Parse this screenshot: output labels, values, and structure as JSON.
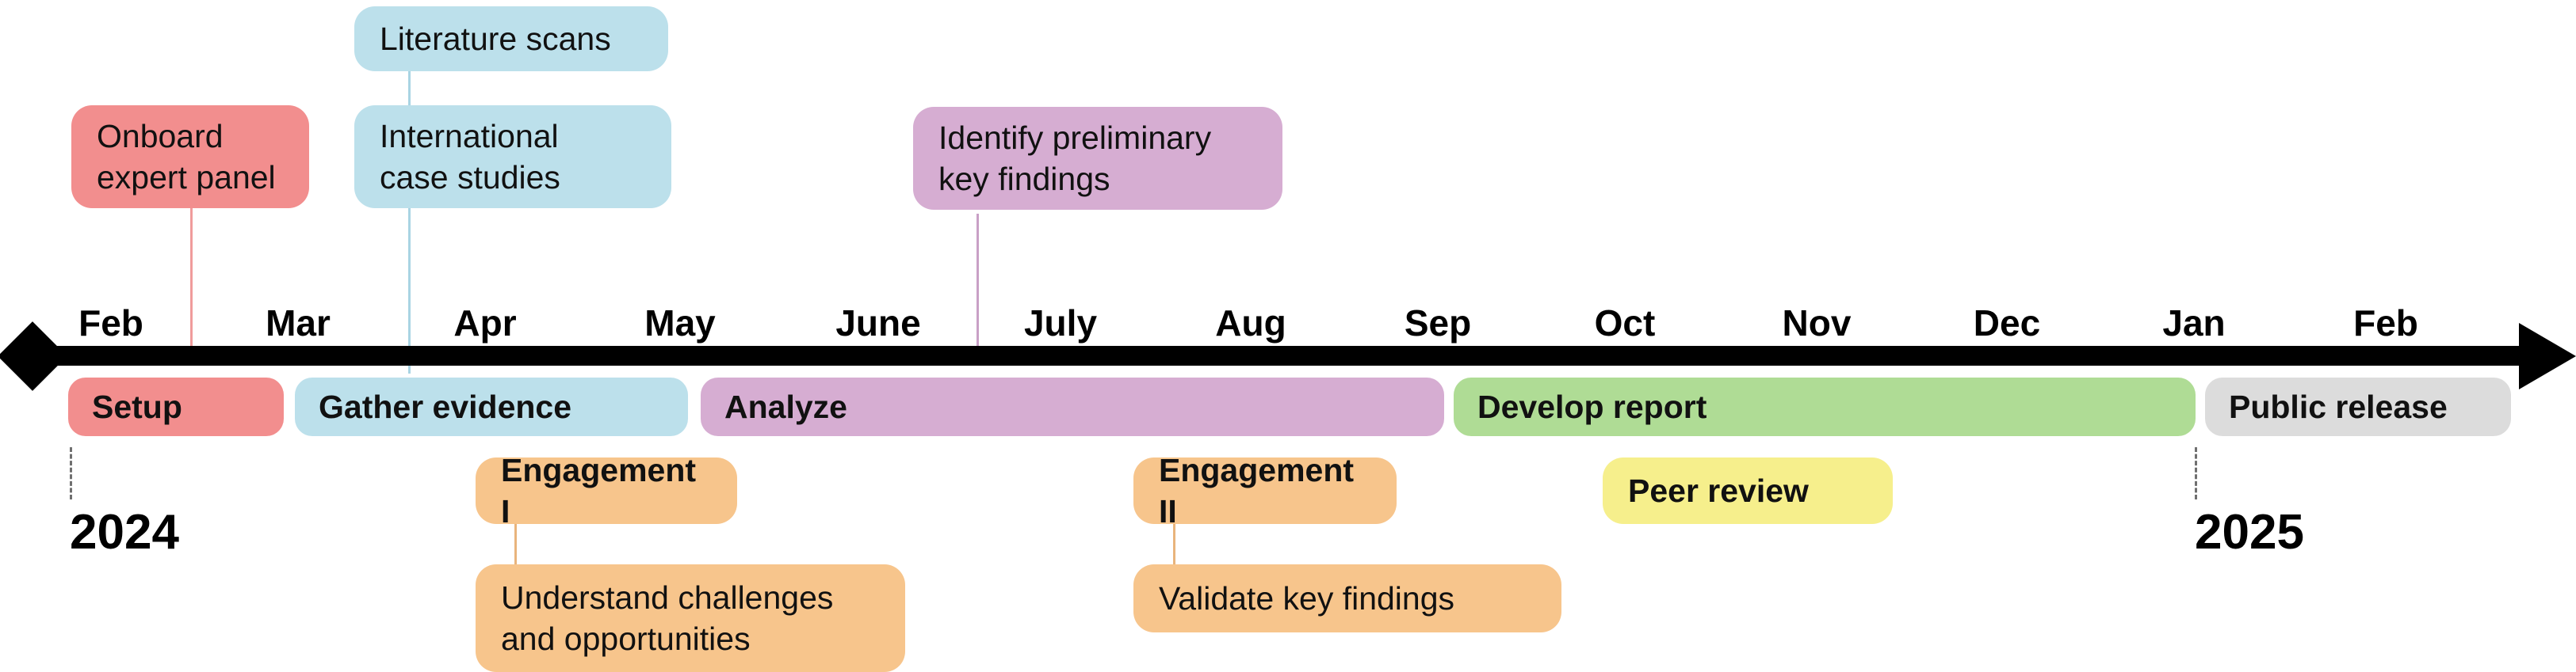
{
  "chart_data": {
    "type": "timeline",
    "title": "",
    "axis": {
      "orientation": "horizontal",
      "start_marker": "diamond",
      "end_marker": "arrow",
      "tick_labels": [
        "Feb",
        "Mar",
        "Apr",
        "May",
        "June",
        "July",
        "Aug",
        "Sep",
        "Oct",
        "Nov",
        "Dec",
        "Jan",
        "Feb"
      ],
      "span": "Feb 2024 - Feb 2025"
    },
    "year_markers": [
      {
        "label": "2024",
        "at_month": "Feb"
      },
      {
        "label": "2025",
        "at_month": "Jan"
      }
    ],
    "phases": [
      {
        "label": "Setup",
        "start_month": "Feb",
        "end_month": "Mar",
        "color": "#F28E8E"
      },
      {
        "label": "Gather evidence",
        "start_month": "Mar",
        "end_month": "May",
        "color": "#BCE0EB"
      },
      {
        "label": "Analyze",
        "start_month": "May",
        "end_month": "Sep",
        "color": "#D6ADD2"
      },
      {
        "label": "Develop report",
        "start_month": "Sep",
        "end_month": "Jan",
        "color": "#AFDC95"
      },
      {
        "label": "Public release",
        "start_month": "Jan",
        "end_month": "Feb",
        "color": "#DCDCDC"
      }
    ],
    "annotations_above": [
      {
        "label": "Onboard expert panel",
        "color": "#F28E8E",
        "anchor_month": "Mar"
      },
      {
        "label": "Literature scans",
        "color": "#BCE0EB",
        "anchor_month": "Apr"
      },
      {
        "label": "International case studies",
        "color": "#BCE0EB",
        "anchor_month": "Apr"
      },
      {
        "label": "Identify preliminary key findings",
        "color": "#D6ADD2",
        "anchor_month": "July"
      }
    ],
    "annotations_below": [
      {
        "label": "Engagement I",
        "color": "#F7C58C",
        "anchor_month": "Apr"
      },
      {
        "label": "Understand challenges and opportunities",
        "color": "#F7C58C",
        "anchor_month": "Apr"
      },
      {
        "label": "Engagement II",
        "color": "#F7C58C",
        "anchor_month": "Aug"
      },
      {
        "label": "Validate key findings",
        "color": "#F7C58C",
        "anchor_month": "Aug"
      },
      {
        "label": "Peer review",
        "color": "#F6EF8C",
        "anchor_month": "Oct"
      }
    ]
  },
  "axis": {
    "months": [
      {
        "label": "Feb"
      },
      {
        "label": "Mar"
      },
      {
        "label": "Apr"
      },
      {
        "label": "May"
      },
      {
        "label": "June"
      },
      {
        "label": "July"
      },
      {
        "label": "Aug"
      },
      {
        "label": "Sep"
      },
      {
        "label": "Oct"
      },
      {
        "label": "Nov"
      },
      {
        "label": "Dec"
      },
      {
        "label": "Jan"
      },
      {
        "label": "Feb"
      }
    ]
  },
  "years": {
    "first": "2024",
    "second": "2025"
  },
  "phases": {
    "setup": "Setup",
    "gather": "Gather evidence",
    "analyze": "Analyze",
    "develop": "Develop report",
    "release": "Public release"
  },
  "above": {
    "onboard": "Onboard\nexpert panel",
    "literature": "Literature scans",
    "intl_cases": "International\ncase studies",
    "key_findings": "Identify preliminary\nkey findings"
  },
  "below": {
    "engagement1": "Engagement I",
    "understand": "Understand challenges\nand opportunities",
    "engagement2": "Engagement II",
    "validate": "Validate key findings",
    "peer_review": "Peer review"
  },
  "colors": {
    "salmon": "#F28E8E",
    "blue": "#BCE0EB",
    "purple": "#D6ADD2",
    "green": "#AFDC95",
    "gray": "#DCDCDC",
    "orange": "#F7C58C",
    "yellow": "#F6EF8C",
    "axis": "#000000"
  }
}
